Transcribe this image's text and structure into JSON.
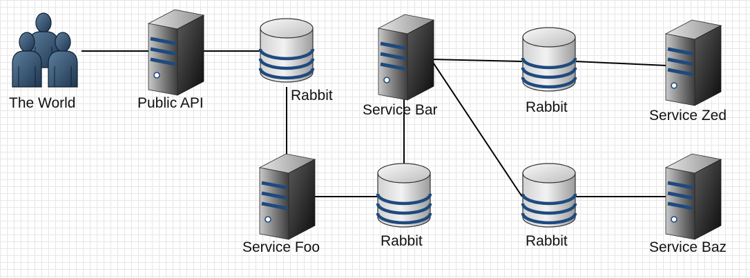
{
  "nodes": {
    "world": {
      "label": "The World",
      "icon": "users-icon"
    },
    "public_api": {
      "label": "Public API",
      "icon": "server-icon"
    },
    "rabbit_main": {
      "label": "Rabbit",
      "icon": "database-icon"
    },
    "service_bar": {
      "label": "Service Bar",
      "icon": "server-icon"
    },
    "rabbit_zed": {
      "label": "Rabbit",
      "icon": "database-icon"
    },
    "service_zed": {
      "label": "Service Zed",
      "icon": "server-icon"
    },
    "service_foo": {
      "label": "Service Foo",
      "icon": "server-icon"
    },
    "rabbit_foo": {
      "label": "Rabbit",
      "icon": "database-icon"
    },
    "rabbit_baz": {
      "label": "Rabbit",
      "icon": "database-icon"
    },
    "service_baz": {
      "label": "Service Baz",
      "icon": "server-icon"
    }
  },
  "colors": {
    "stripe": "#1e4a7e",
    "person": "#2f4a66",
    "line": "#000000"
  }
}
